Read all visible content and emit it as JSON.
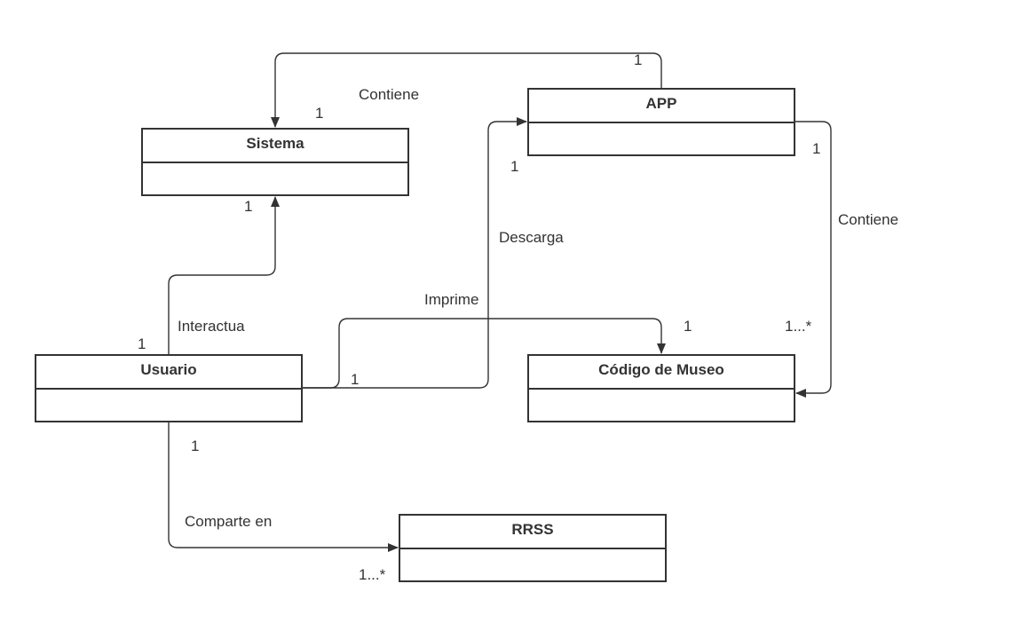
{
  "classes": {
    "sistema": {
      "name": "Sistema"
    },
    "app": {
      "name": "APP"
    },
    "usuario": {
      "name": "Usuario"
    },
    "codigo": {
      "name": "Código de Museo"
    },
    "rrss": {
      "name": "RRSS"
    }
  },
  "relations": {
    "app_sistema": {
      "label": "Contiene",
      "source_mult": "1",
      "target_mult": "1"
    },
    "usuario_sistema": {
      "label": "Interactua",
      "source_mult": "1",
      "target_mult": "1"
    },
    "usuario_app": {
      "label": "Descarga",
      "source_mult": "1",
      "target_mult": "1"
    },
    "usuario_codigo": {
      "label": "Imprime",
      "target_mult": "1"
    },
    "app_codigo": {
      "label": "Contiene",
      "source_mult": "1",
      "target_mult": "1...*"
    },
    "usuario_rrss": {
      "label": "Comparte en",
      "source_mult": "1",
      "target_mult": "1...*"
    }
  }
}
